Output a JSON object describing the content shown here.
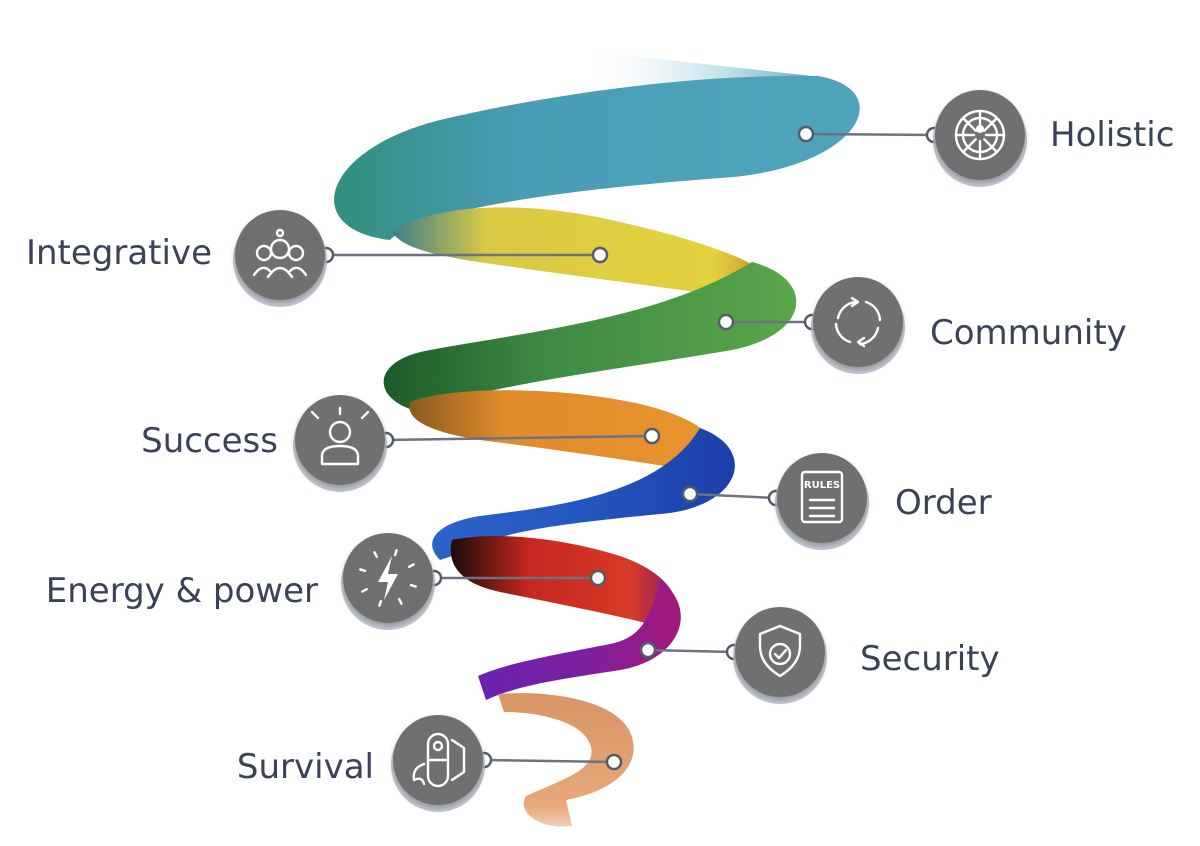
{
  "levels": [
    {
      "label": "Holistic",
      "icon": "holistic-wheel-icon",
      "color": "#4a9db6"
    },
    {
      "label": "Integrative",
      "icon": "people-group-icon",
      "color": "#e0d03a"
    },
    {
      "label": "Community",
      "icon": "cycle-arrows-icon",
      "color": "#3e8b45"
    },
    {
      "label": "Success",
      "icon": "person-icon",
      "color": "#e08a2a"
    },
    {
      "label": "Order",
      "icon": "rules-book-icon",
      "color": "#2257c0"
    },
    {
      "label": "Energy & power",
      "icon": "lightning-icon",
      "color": "#c8271f"
    },
    {
      "label": "Security",
      "icon": "shield-check-icon",
      "color": "#7b20a0"
    },
    {
      "label": "Survival",
      "icon": "survival-icon",
      "color": "#e8a87a"
    }
  ],
  "icon_badges": {
    "fill": "#6f6f6f",
    "ring": "#b9bec8"
  },
  "rules_icon_text": "RULES"
}
